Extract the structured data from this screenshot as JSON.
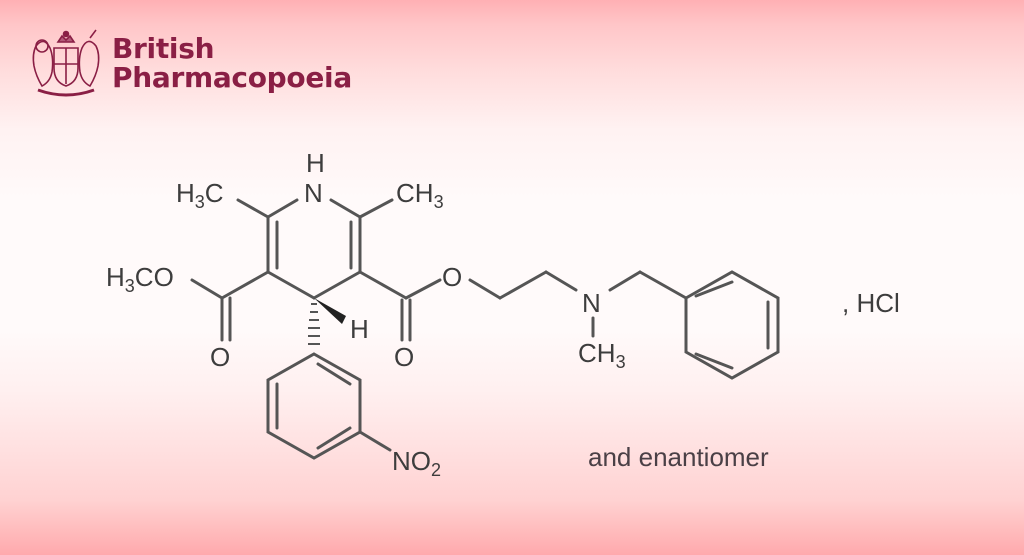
{
  "brand": {
    "line1": "British",
    "line2": "Pharmacopoeia",
    "color": "#8a1f45",
    "emblem": "royal-coat-of-arms-icon"
  },
  "structure": {
    "labels": {
      "nh_h": "H",
      "nh_n": "N",
      "methyl_left": "H3C",
      "methyl_right": "CH3",
      "methoxy": "H3CO",
      "ester_o_left": "O",
      "ester_o_right_chain": "O",
      "carbonyl_o_left": "O",
      "carbonyl_o_right": "O",
      "stereo_h": "H",
      "amine_n": "N",
      "n_methyl": "CH3",
      "nitro": "NO2"
    },
    "salt": ", HCl",
    "caption": "and enantiomer"
  },
  "colors": {
    "bond": "#555555",
    "text": "#3d3d3d",
    "bg_edge": "#ffb0b4",
    "bg_center": "#fffafa"
  }
}
